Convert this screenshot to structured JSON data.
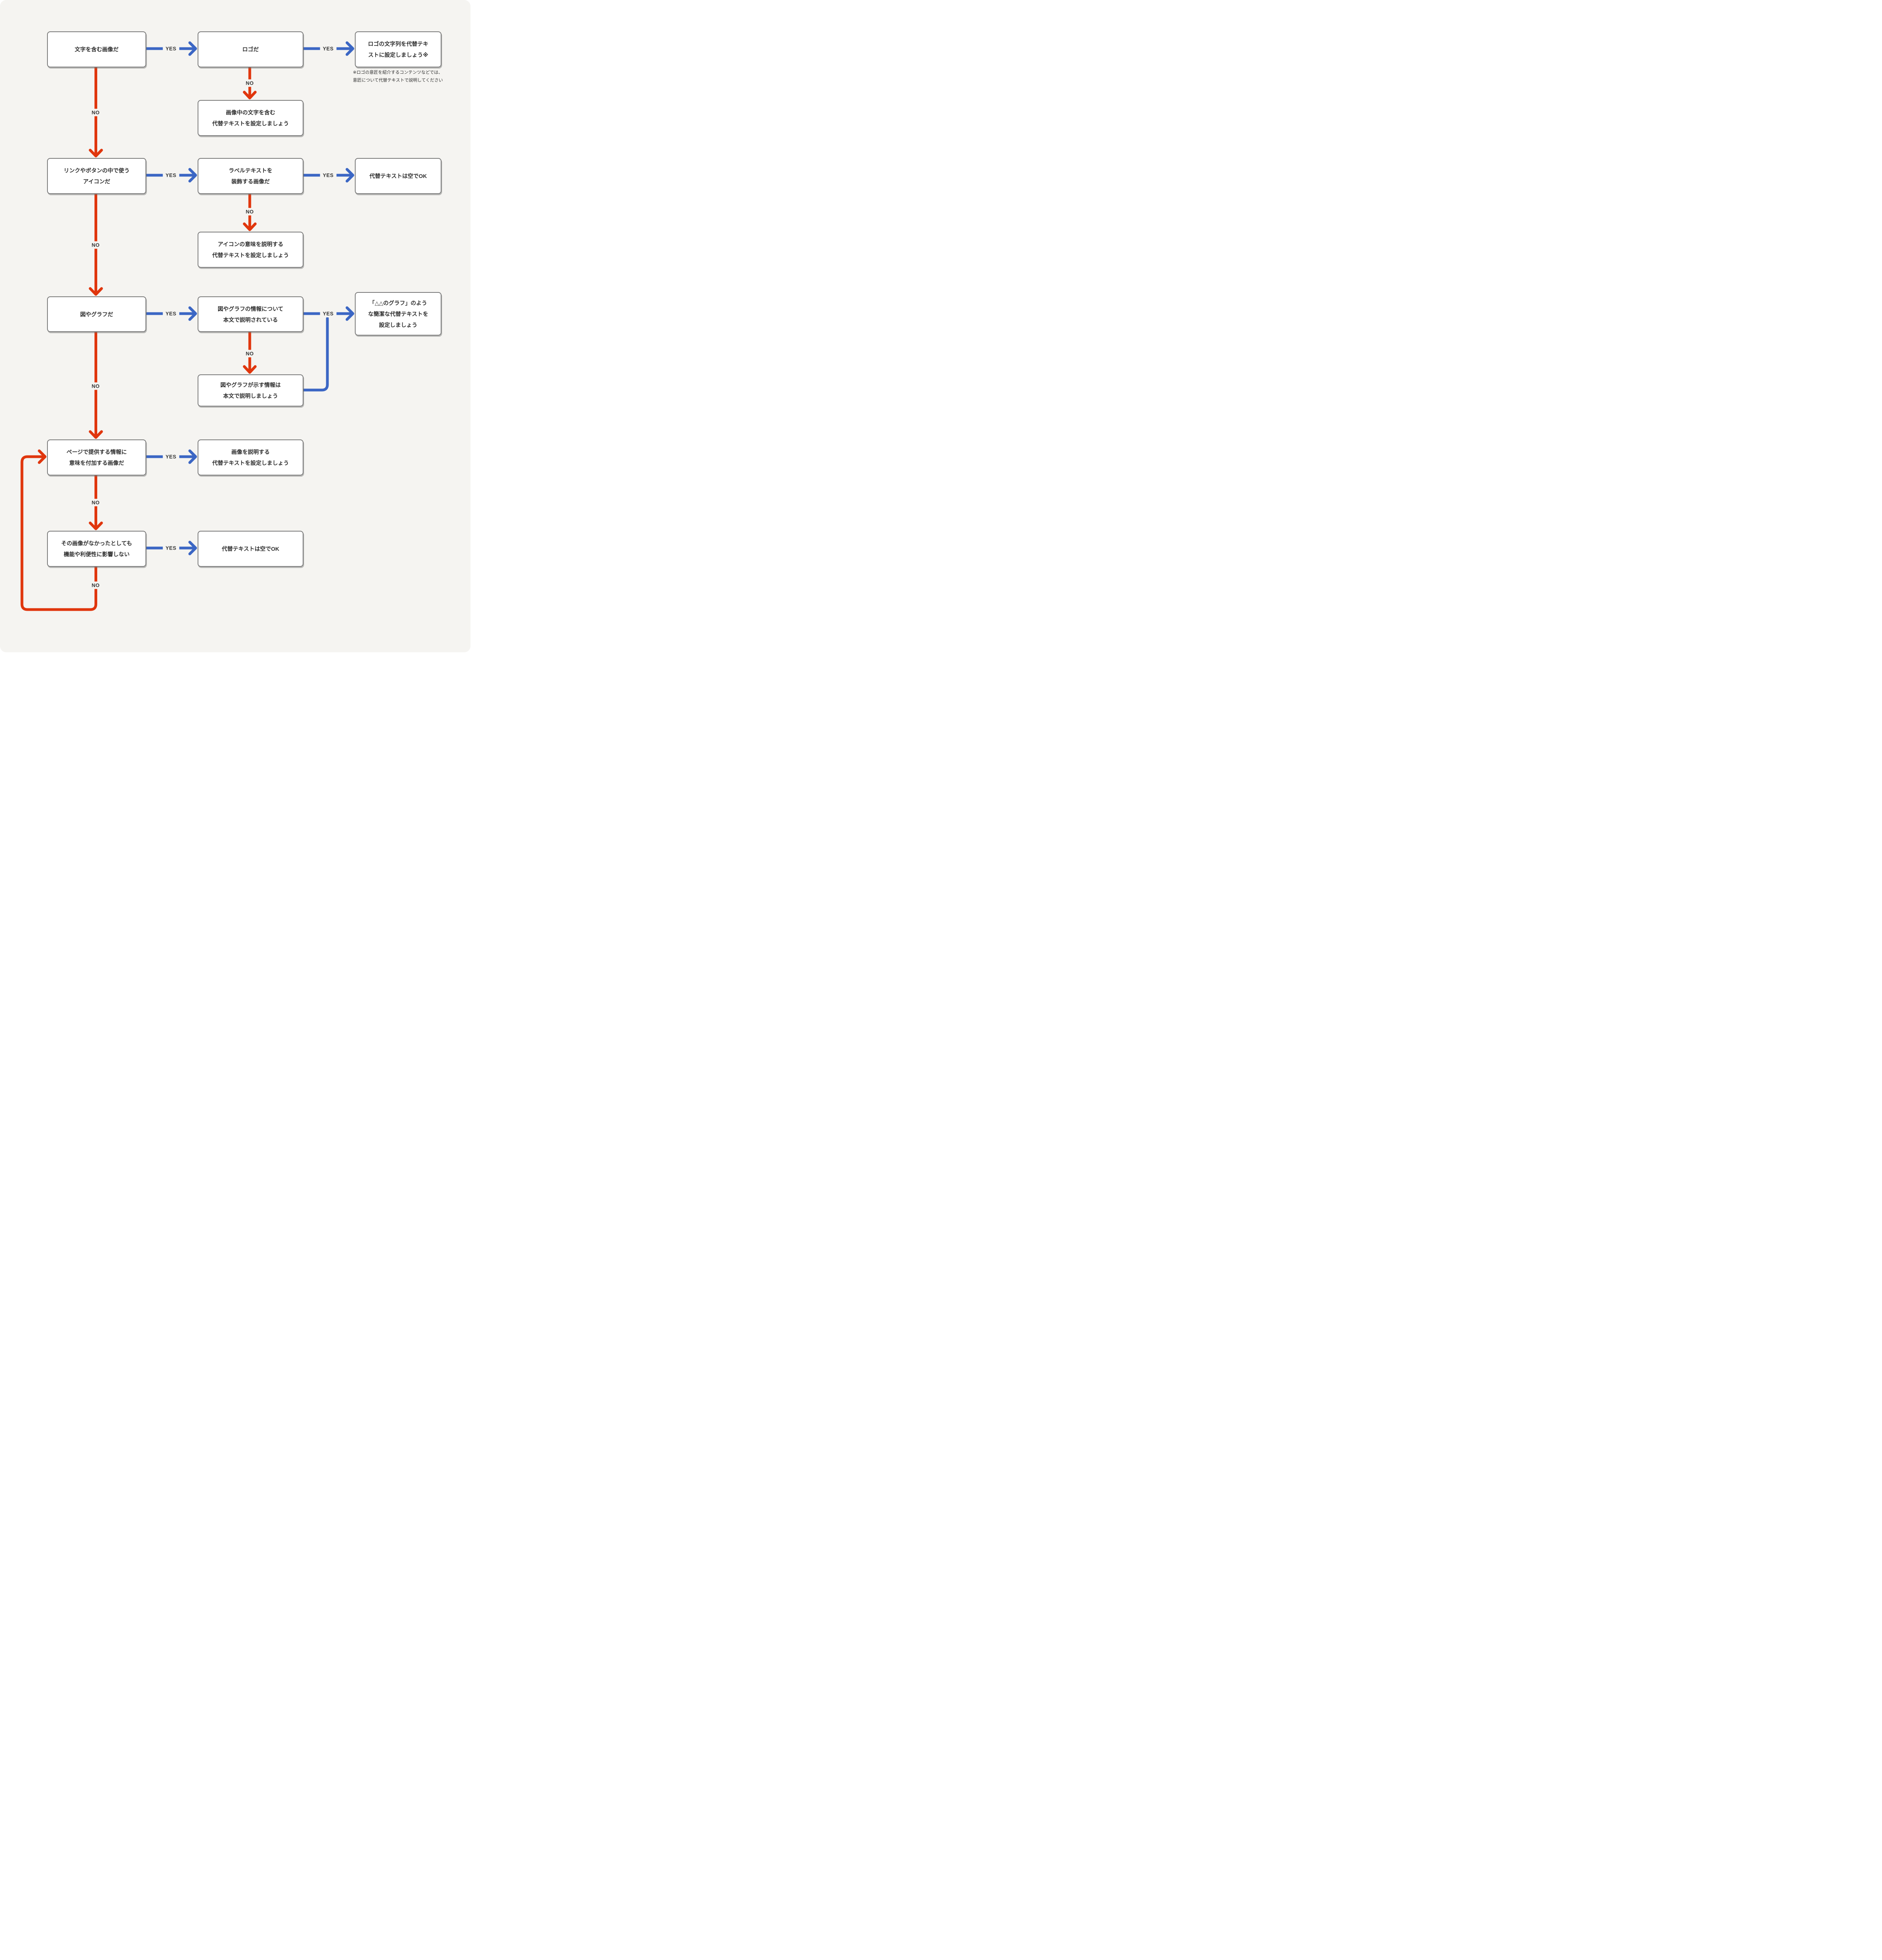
{
  "labels": {
    "yes": "YES",
    "no": "NO"
  },
  "colors": {
    "background": "#f5f4f1",
    "yes_blue": "#3b66c4",
    "no_red": "#e0360d",
    "box_border": "#7b7b7b",
    "text": "#2e2e2e"
  },
  "nodes": {
    "q_text_in_image": {
      "lines": [
        "文字を含む画像だ"
      ]
    },
    "q_is_logo": {
      "lines": [
        "ロゴだ"
      ]
    },
    "a_logo_text_alt": {
      "lines": [
        "ロゴの文字列を代替テキ",
        "ストに設定しましょう※"
      ]
    },
    "a_text_in_image_alt": {
      "lines": [
        "画像中の文字を含む",
        "代替テキストを設定しましょう"
      ]
    },
    "q_icon_in_link": {
      "lines": [
        "リンクやボタンの中で使う",
        "アイコンだ"
      ]
    },
    "q_decorates_label": {
      "lines": [
        "ラベルテキストを",
        "装飾する画像だ"
      ]
    },
    "a_empty_alt_icon": {
      "lines": [
        "代替テキストは空でOK"
      ]
    },
    "a_icon_meaning_alt": {
      "lines": [
        "アイコンの意味を説明する",
        "代替テキストを設定しましょう"
      ]
    },
    "q_chart": {
      "lines": [
        "図やグラフだ"
      ]
    },
    "q_chart_explained": {
      "lines": [
        "図やグラフの情報について",
        "本文で説明されている"
      ]
    },
    "a_chart_concise_alt": {
      "lines": [
        "「△△のグラフ」のよう",
        "な簡潔な代替テキストを",
        "設定しましょう"
      ]
    },
    "a_chart_explain_body": {
      "lines": [
        "図やグラフが示す情報は",
        "本文で説明しましょう"
      ]
    },
    "q_adds_meaning": {
      "lines": [
        "ページで提供する情報に",
        "意味を付加する画像だ"
      ]
    },
    "a_describe_image": {
      "lines": [
        "画像を説明する",
        "代替テキストを設定しましょう"
      ]
    },
    "q_no_impact": {
      "lines": [
        "その画像がなかったとしても",
        "機能や利便性に影響しない"
      ]
    },
    "a_empty_alt_ok": {
      "lines": [
        "代替テキストは空でOK"
      ]
    }
  },
  "note": {
    "lines": [
      "※ロゴの意匠を紹介するコンテンツなどでは、",
      "意匠について代替テキストで説明してください"
    ]
  }
}
